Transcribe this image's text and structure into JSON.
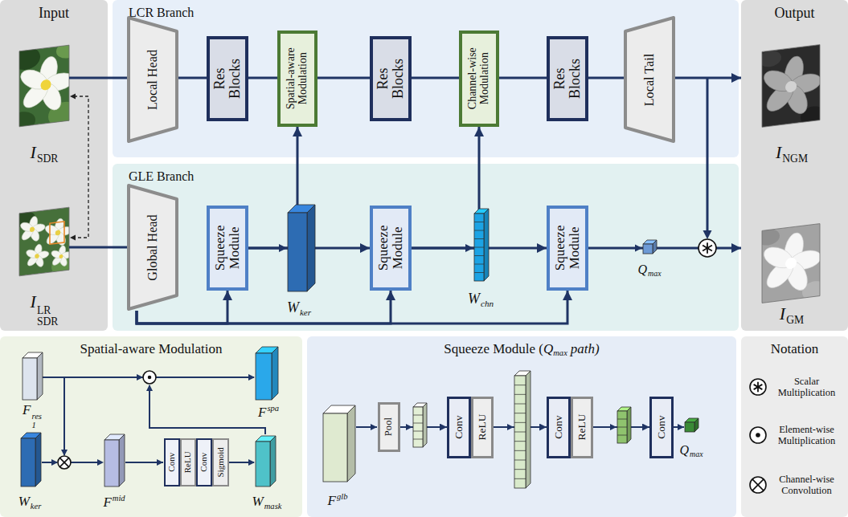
{
  "diagram": {
    "nodes": [
      {
        "text": [
          "Input"
        ]
      },
      {
        "text": [
          "LCR Branch"
        ]
      },
      {
        "text": [
          "Local Head"
        ],
        "in": 1
      },
      {
        "text": [
          "Res Blocks"
        ],
        "in": 1
      },
      {
        "text": [
          "Spatial-aware Modulation"
        ],
        "in": 1
      },
      {
        "text": [
          "Res Blocks"
        ],
        "in": 1
      },
      {
        "text": [
          "Channel-wise Modulation"
        ],
        "in": 1
      },
      {
        "text": [
          "Res Blocks"
        ],
        "in": 1
      },
      {
        "text": [
          "Local Tail"
        ],
        "in": 1
      },
      {
        "text": [
          "Output"
        ]
      },
      {
        "text": [
          "GLE Branch"
        ]
      },
      {
        "text": [
          "Global Head"
        ],
        "in": 10
      },
      {
        "text": [
          "Squeeze Module"
        ],
        "in": 10
      },
      {
        "text": [
          "Squeeze Module"
        ],
        "in": 10
      },
      {
        "text": [
          "Squeeze Module"
        ],
        "in": 10
      },
      {
        "text": [
          "Spatial-aware Modulation"
        ]
      },
      {
        "text": [
          "Conv"
        ],
        "in": 15
      },
      {
        "text": [
          "ReLU"
        ],
        "in": 15
      },
      {
        "text": [
          "Conv"
        ],
        "in": 15
      },
      {
        "text": [
          "Sigmoid"
        ],
        "in": 15
      },
      {
        "text": [
          "Squeeze Module (",
          "Q",
          "max",
          "path)"
        ]
      },
      {
        "text": [
          "Pool"
        ],
        "in": 20
      },
      {
        "text": [
          "Conv"
        ],
        "in": 20
      },
      {
        "text": [
          "ReLU"
        ],
        "in": 20
      },
      {
        "text": [
          "Conv"
        ],
        "in": 20
      },
      {
        "text": [
          "ReLU"
        ],
        "in": 20
      },
      {
        "text": [
          "Conv"
        ],
        "in": 20
      },
      {
        "text": [
          "Notation"
        ]
      }
    ],
    "edges": [
      {
        "from": 0,
        "to": 2,
        "arrow": "none"
      },
      {
        "from": 2,
        "to": 3,
        "arrow": "none"
      },
      {
        "from": 3,
        "to": 4,
        "arrow": "none"
      },
      {
        "from": 4,
        "to": 5,
        "arrow": "none"
      },
      {
        "from": 5,
        "to": 6,
        "arrow": "none"
      },
      {
        "from": 6,
        "to": 7,
        "arrow": "none"
      },
      {
        "from": 7,
        "to": 8,
        "arrow": "none"
      },
      {
        "from": 8,
        "to": 9,
        "arrow": "to"
      },
      {
        "from": 0,
        "to": 11,
        "arrow": "none"
      },
      {
        "from": 11,
        "to": 12,
        "arrow": "to"
      },
      {
        "from": 11,
        "to": 13,
        "arrow": "to"
      },
      {
        "from": 11,
        "to": 14,
        "arrow": "to"
      },
      {
        "from": 12,
        "to": 4,
        "arrow": "to"
      },
      {
        "from": 12,
        "to": 13,
        "arrow": "to"
      },
      {
        "from": 13,
        "to": 6,
        "arrow": "to"
      },
      {
        "from": 13,
        "to": 14,
        "arrow": "to"
      },
      {
        "from": 14,
        "to": 9,
        "arrow": "to"
      },
      {
        "from": 21,
        "to": 22,
        "arrow": "to"
      },
      {
        "from": 23,
        "to": 24,
        "arrow": "to"
      },
      {
        "from": 25,
        "to": 26,
        "arrow": "to"
      }
    ],
    "labels": [
      "I",
      "SDR",
      "I",
      "SDR",
      "LR",
      "I",
      "NGM",
      "I",
      "GM",
      "W",
      "ker",
      "W",
      "chn",
      "Q",
      "max",
      "F",
      "1",
      "res",
      "F",
      "spa",
      "W",
      "ker",
      "F",
      "mid",
      "W",
      "mask",
      "F",
      "glb",
      "Q",
      "max"
    ],
    "legend": [
      {
        "text": "Scalar Multiplication"
      },
      {
        "text": "Element-wise Multiplication"
      },
      {
        "text": "Channel-wise Convolution"
      }
    ]
  }
}
